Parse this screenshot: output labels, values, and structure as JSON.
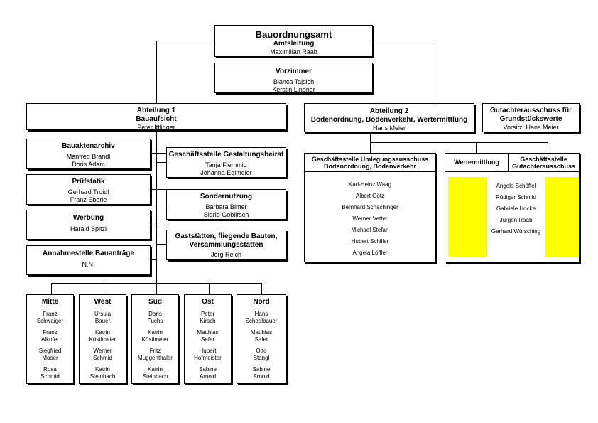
{
  "top": {
    "title": "Bauordnungsamt",
    "subtitle": "Amtsleitung",
    "person": "Maximilian Raab"
  },
  "vorzimmer": {
    "title": "Vorzimmer",
    "people": [
      "Bianca Tajsich",
      "Kerstin Lindner"
    ]
  },
  "abteilung1": {
    "title": "Abteilung 1",
    "subtitle": "Bauaufsicht",
    "person": "Peter Ittlinger"
  },
  "abteilung2": {
    "title": "Abteilung 2",
    "subtitle": "Bodenordnung, Bodenverkehr, Wertermittlung",
    "person": "Hans Meier"
  },
  "gutachter": {
    "title_line1": "Gutachterausschuss für",
    "title_line2": "Grundstückswerte",
    "person": "Vorsitz: Hans Meier"
  },
  "left_units": [
    {
      "title": "Bauaktenarchiv",
      "people": [
        "Manfred Brandl",
        "Doris Adam"
      ]
    },
    {
      "title": "Prüfstatik",
      "people": [
        "Gerhard Troidl",
        "Franz Eberle"
      ]
    },
    {
      "title": "Werbung",
      "people": [
        "Harald Spitzl"
      ]
    },
    {
      "title": "Annahmestelle Bauanträge",
      "people": [
        "N.N."
      ]
    }
  ],
  "right_units": [
    {
      "title": "Geschäftsstelle Gestaltungsbeirat",
      "people": [
        "Tanja Flemmig",
        "Johanna Eglmeier"
      ]
    },
    {
      "title": "Sondernutzung",
      "people": [
        "Barbara Bimer",
        "Sigrid Goblirsch"
      ]
    },
    {
      "title_line1": "Gaststätten, fliegende Bauten,",
      "title_line2": "Versammlungsstätten",
      "people": [
        "Jörg Reich"
      ]
    }
  ],
  "regions": [
    {
      "title": "Mitte",
      "people": [
        [
          "Franz",
          "Schwaiger"
        ],
        [
          "Franz",
          "Alkofer"
        ],
        [
          "Siegfried",
          "Moser"
        ],
        [
          "Rosa",
          "Schmid"
        ]
      ]
    },
    {
      "title": "West",
      "people": [
        [
          "Ursula",
          "Bauer"
        ],
        [
          "Katrin",
          "Köstlmeier"
        ],
        [
          "Werner",
          "Schmid"
        ],
        [
          "Katrin",
          "Steinbach"
        ]
      ]
    },
    {
      "title": "Süd",
      "people": [
        [
          "Doris",
          "Fuchs"
        ],
        [
          "Katrin",
          "Köstlmeier"
        ],
        [
          "Fritz",
          "Muggenthaler"
        ],
        [
          "Katrin",
          "Steinbach"
        ]
      ]
    },
    {
      "title": "Ost",
      "people": [
        [
          "Peter",
          "Kirsch"
        ],
        [
          "Matthias",
          "Sefer"
        ],
        [
          "Hubert",
          "Hofmeister"
        ],
        [
          "Sabine",
          "Arnold"
        ]
      ]
    },
    {
      "title": "Nord",
      "people": [
        [
          "Hans",
          "Schedlbauer"
        ],
        [
          "Matthias",
          "Sefer"
        ],
        [
          "Otto",
          "Stangl"
        ],
        [
          "Sabine",
          "Arnold"
        ]
      ]
    }
  ],
  "umlegung": {
    "title_line1": "Geschäftsstelle Umlegungsausschuss",
    "title_line2": "Bodenordnung, Bodenverkehr",
    "people": [
      "Karl-Heinz Waag",
      "Albert Götz",
      "Bernhard Schachinger",
      "Werner Vetter",
      "Michael Stefan",
      "Hubert Schiller",
      "Angela Löffler"
    ]
  },
  "wertermittlung": {
    "title": "Wertermittlung",
    "gs_line1": "Geschäftsstelle",
    "gs_line2": "Gutachterausschuss",
    "people": [
      "Angela Schöffel",
      "Rüdiger Schmid",
      "Gabriele Hocke",
      "Jürgen Raab",
      "Gerhard Würsching"
    ],
    "highlight_color": "#ffff00"
  }
}
